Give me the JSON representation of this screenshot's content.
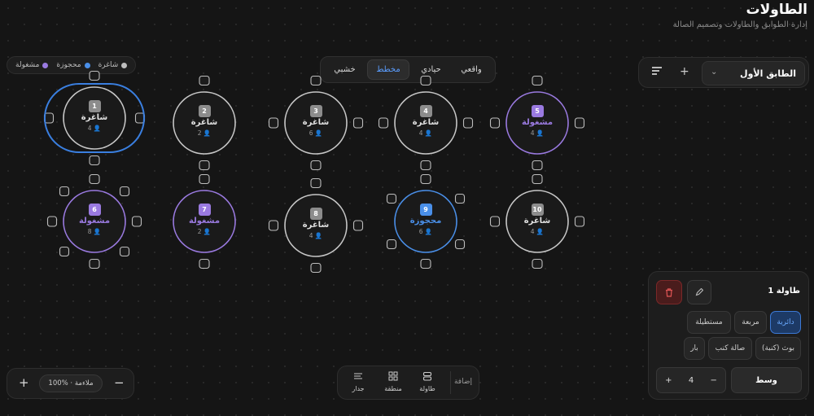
{
  "header": {
    "title": "الطاولات",
    "subtitle": "إدارة الطوابق والطاولات وتصميم الصالة"
  },
  "legend": {
    "items": [
      {
        "label": "شاغرة",
        "color": "#bdbdbd"
      },
      {
        "label": "محجوزة",
        "color": "#4a8fe8"
      },
      {
        "label": "مشغولة",
        "color": "#9a7ae0"
      }
    ]
  },
  "style_tabs": {
    "items": [
      "واقعي",
      "حيادي",
      "مخطط",
      "خشبي"
    ],
    "active": "مخطط"
  },
  "floor_bar": {
    "selected_floor": "الطابق الأول",
    "add_symbol": "+"
  },
  "status_colors": {
    "available": "#c7c7c7",
    "reserved": "#4a8fe8",
    "occupied": "#9a7ae0"
  },
  "tables": [
    {
      "number": "1",
      "status_text": "شاغرة",
      "seats": "4",
      "status": "available"
    },
    {
      "number": "2",
      "status_text": "شاغرة",
      "seats": "2",
      "status": "available"
    },
    {
      "number": "3",
      "status_text": "شاغرة",
      "seats": "6",
      "status": "available"
    },
    {
      "number": "4",
      "status_text": "شاغرة",
      "seats": "4",
      "status": "available"
    },
    {
      "number": "5",
      "status_text": "مشغولة",
      "seats": "4",
      "status": "occupied"
    },
    {
      "number": "6",
      "status_text": "مشغولة",
      "seats": "8",
      "status": "occupied"
    },
    {
      "number": "7",
      "status_text": "مشغولة",
      "seats": "2",
      "status": "occupied"
    },
    {
      "number": "8",
      "status_text": "شاغرة",
      "seats": "4",
      "status": "available"
    },
    {
      "number": "9",
      "status_text": "محجوزة",
      "seats": "6",
      "status": "reserved"
    },
    {
      "number": "10",
      "status_text": "شاغرة",
      "seats": "4",
      "status": "available"
    }
  ],
  "properties": {
    "title": "طاولة 1",
    "shapes": [
      "دائرية",
      "مربعة",
      "مستطيلة"
    ],
    "active_shape": "دائرية",
    "types": [
      "بوث (كنبة)",
      "صالة كنب",
      "بار"
    ],
    "seat_count": "4",
    "minus": "−",
    "plus": "+",
    "position_label": "وسط"
  },
  "zoom": {
    "label": "100% · ملاءمة",
    "minus": "−",
    "plus": "+"
  },
  "add_toolbar": {
    "label": "إضافة",
    "tools": [
      "طاولة",
      "منطقة",
      "جدار"
    ]
  }
}
